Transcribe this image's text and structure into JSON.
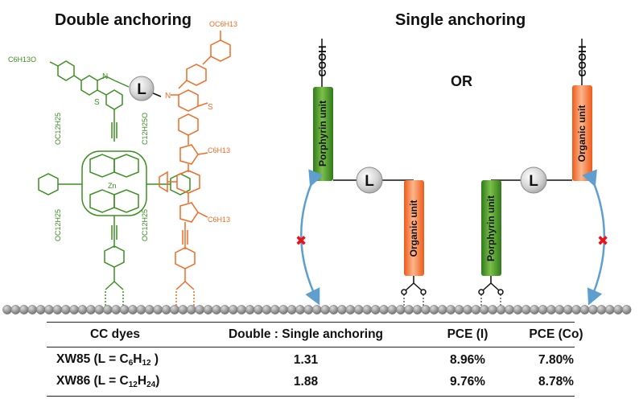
{
  "titles": {
    "double": "Double anchoring",
    "single": "Single anchoring"
  },
  "labels": {
    "linker": "L",
    "or": "OR",
    "porphyrin_unit": "Porphyrin unit",
    "organic_unit": "Organic unit",
    "cooh": "COOH",
    "zn": "Zn",
    "n": "N",
    "s": "S",
    "oc6h13": "OC6H13",
    "c6h13o": "C6H13O",
    "c6h13": "C6H13",
    "oc12h25": "OC12H25",
    "c12h25o": "C12H25O"
  },
  "table": {
    "headers": [
      "CC dyes",
      "Double : Single anchoring",
      "PCE (I)",
      "PCE (Co)"
    ],
    "rows": [
      {
        "dye_prefix": "XW85 (L = C",
        "sub1": "6",
        "mid": "H",
        "sub2": "12",
        "suffix": " )",
        "ratio": "1.31",
        "pce_i": "8.96%",
        "pce_co": "7.80%"
      },
      {
        "dye_prefix": "XW86 (L = C",
        "sub1": "12",
        "mid": "H",
        "sub2": "24",
        "suffix": ")",
        "ratio": "1.88",
        "pce_i": "9.76%",
        "pce_co": "8.78%"
      }
    ]
  },
  "colors": {
    "porphyrin_green": "#3c8f22",
    "organic_orange": "#f26b25",
    "linker_gray": "#cfcfcf",
    "surface_gray": "#9a9a9a",
    "arrow_blue": "#5f9fd0",
    "cross_red": "#e8141b"
  }
}
